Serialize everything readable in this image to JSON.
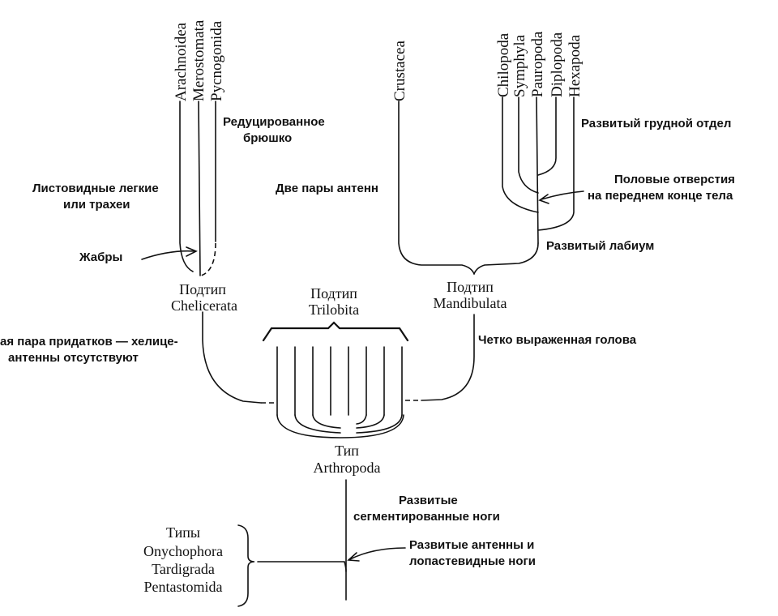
{
  "taxa": {
    "arachnoidea": "Arachnoidea",
    "merostomata": "Merostomata",
    "pycnogonida": "Pycnogonida",
    "crustacea": "Crustacea",
    "chilopoda": "Chilopoda",
    "symphyla": "Symphyla",
    "pauropoda": "Pauropoda",
    "diplopoda": "Diplopoda",
    "hexapoda": "Hexapoda"
  },
  "groups": {
    "chelicerata": [
      "Подтип",
      "Chelicerata"
    ],
    "trilobita": [
      "Подтип",
      "Trilobita"
    ],
    "mandibulata": [
      "Подтип",
      "Mandibulata"
    ],
    "arthropoda": [
      "Тип",
      "Arthropoda"
    ],
    "other_phyla": [
      "Типы",
      "Onychophora",
      "Tardigrada",
      "Pentastomida"
    ]
  },
  "traits": {
    "reduced_abdomen": [
      "Редуцированное",
      "брюшко"
    ],
    "book_lungs": [
      "Листовидные легкие",
      "или трахеи"
    ],
    "gills": "Жабры",
    "chelicerae": [
      "ая пара придатков — хелице-",
      "антенны отсутствуют"
    ],
    "two_pairs_antennae": "Две пары антенн",
    "thorax": "Развитый грудной отдел",
    "genital_openings": [
      "Половые отверстия",
      "на переднем конце тела"
    ],
    "labium": "Развитый лабиум",
    "distinct_head": "Четко выраженная голова",
    "segmented_legs": [
      "Развитые",
      "сегментированные ноги"
    ],
    "antennae_lobopods": [
      "Развитые антенны и",
      "лопастевидные ноги"
    ]
  }
}
